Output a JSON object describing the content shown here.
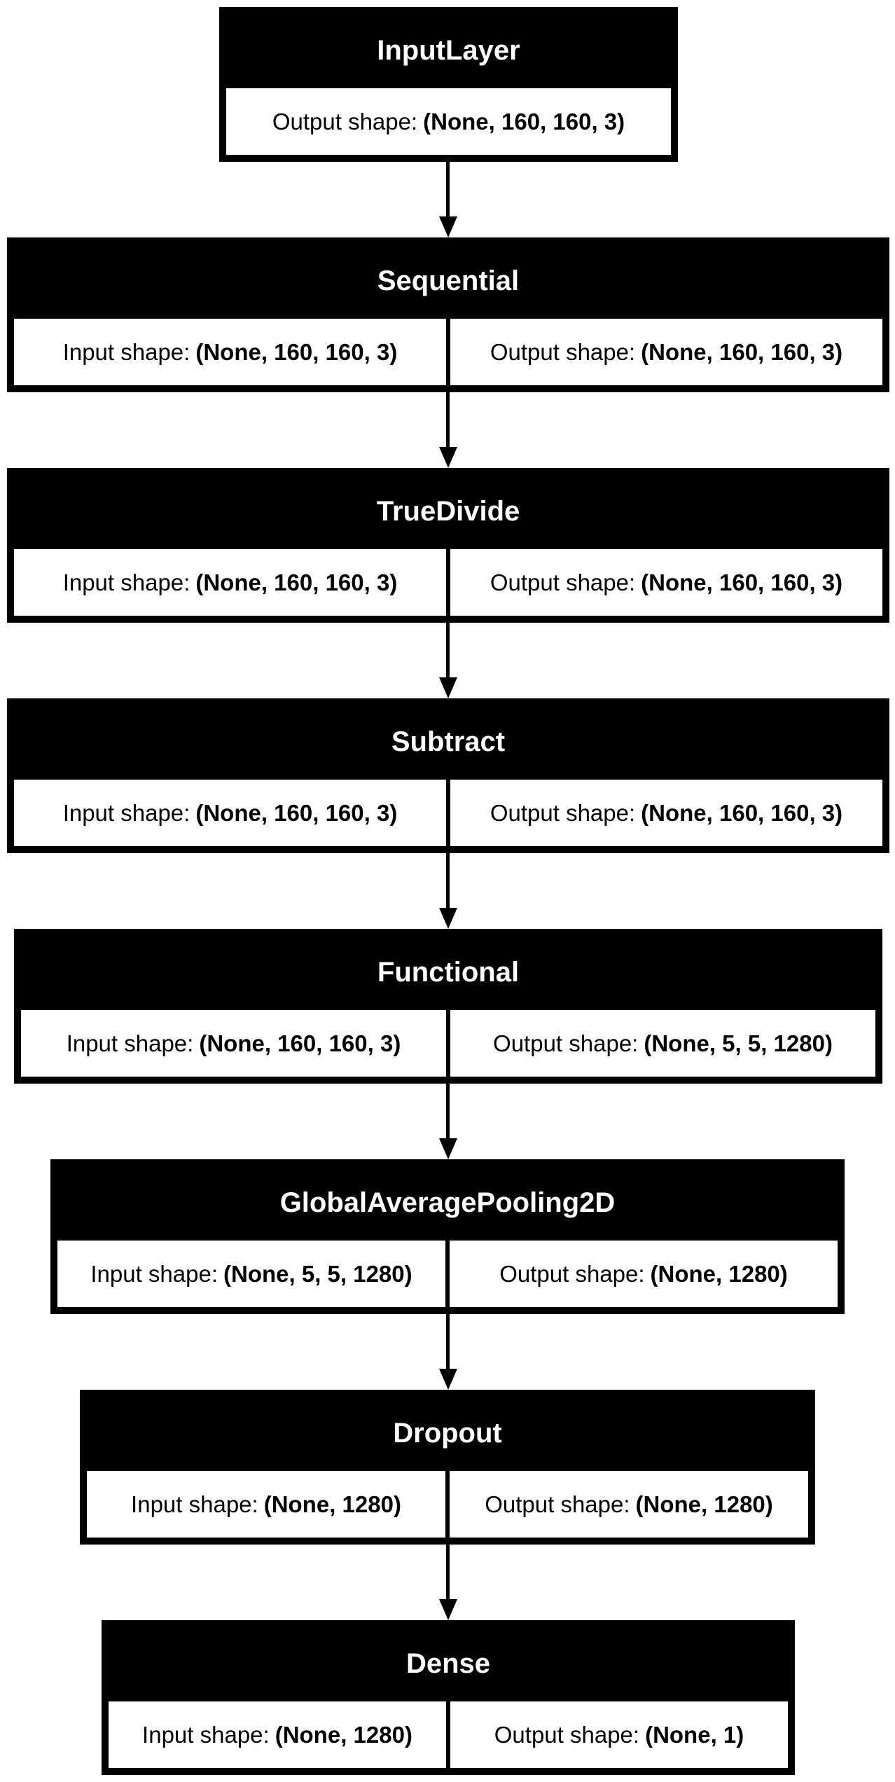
{
  "layers": [
    {
      "name": "InputLayer",
      "cells": [
        {
          "label": "Output shape:",
          "value": "(None, 160, 160, 3)"
        }
      ]
    },
    {
      "name": "Sequential",
      "cells": [
        {
          "label": "Input shape:",
          "value": "(None, 160, 160, 3)"
        },
        {
          "label": "Output shape:",
          "value": "(None, 160, 160, 3)"
        }
      ]
    },
    {
      "name": "TrueDivide",
      "cells": [
        {
          "label": "Input shape:",
          "value": "(None, 160, 160, 3)"
        },
        {
          "label": "Output shape:",
          "value": "(None, 160, 160, 3)"
        }
      ]
    },
    {
      "name": "Subtract",
      "cells": [
        {
          "label": "Input shape:",
          "value": "(None, 160, 160, 3)"
        },
        {
          "label": "Output shape:",
          "value": "(None, 160, 160, 3)"
        }
      ]
    },
    {
      "name": "Functional",
      "cells": [
        {
          "label": "Input shape:",
          "value": "(None, 160, 160, 3)"
        },
        {
          "label": "Output shape:",
          "value": "(None, 5, 5, 1280)"
        }
      ]
    },
    {
      "name": "GlobalAveragePooling2D",
      "cells": [
        {
          "label": "Input shape:",
          "value": "(None, 5, 5, 1280)"
        },
        {
          "label": "Output shape:",
          "value": "(None, 1280)"
        }
      ]
    },
    {
      "name": "Dropout",
      "cells": [
        {
          "label": "Input shape:",
          "value": "(None, 1280)"
        },
        {
          "label": "Output shape:",
          "value": "(None, 1280)"
        }
      ]
    },
    {
      "name": "Dense",
      "cells": [
        {
          "label": "Input shape:",
          "value": "(None, 1280)"
        },
        {
          "label": "Output shape:",
          "value": "(None, 1)"
        }
      ]
    }
  ],
  "colors": {
    "node_header": "#000000",
    "cell_background": "#ffffff",
    "edge": "#000000"
  }
}
